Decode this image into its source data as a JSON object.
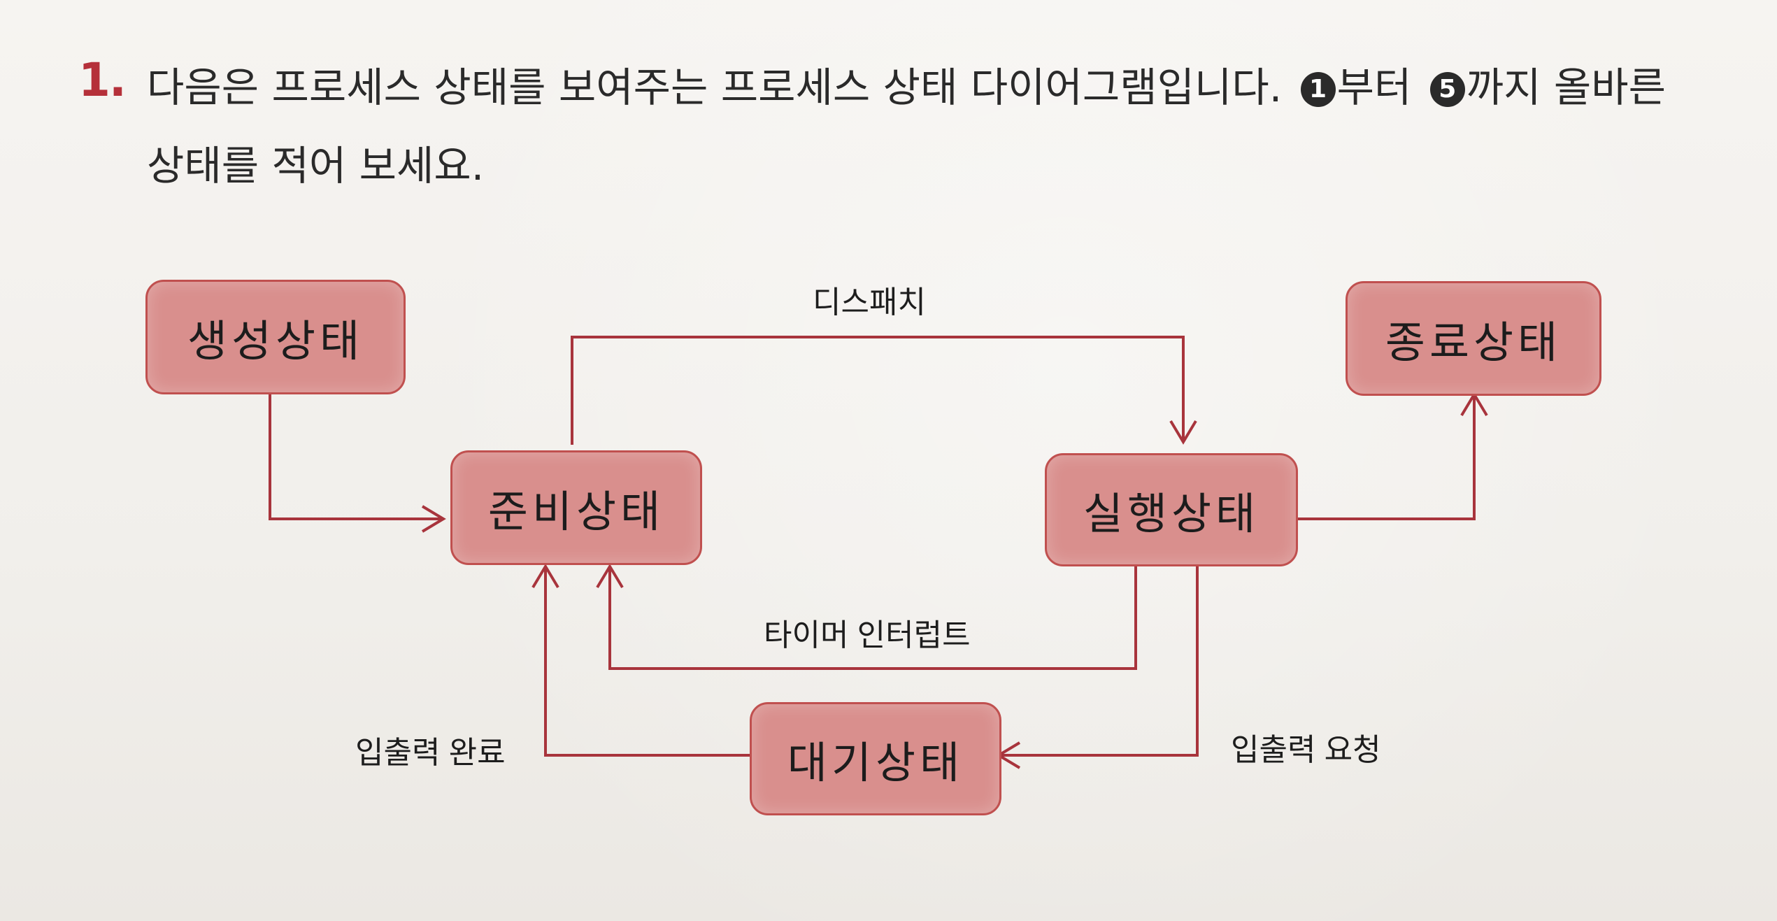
{
  "question": {
    "number": "1.",
    "line1_text_a": "다음은 프로세스 상태를 보여주는 프로세스 상태 다이어그램입니다. ",
    "marker1": "1",
    "line1_text_b": "부터 ",
    "marker2": "5",
    "line1_text_c": "까지 올바른",
    "line2": "상태를 적어 보세요."
  },
  "diagram": {
    "states": {
      "created": "생성상태",
      "ready": "준비상태",
      "running": "실행상태",
      "terminated": "종료상태",
      "waiting": "대기상태"
    },
    "transitions": {
      "dispatch": "디스패치",
      "timer_interrupt": "타이머 인터럽트",
      "io_complete": "입출력 완료",
      "io_request": "입출력 요청"
    },
    "colors": {
      "box_fill": "#d98f8d",
      "box_border": "#c0504f",
      "arrow": "#a8343c",
      "question_number": "#b5303a"
    }
  }
}
